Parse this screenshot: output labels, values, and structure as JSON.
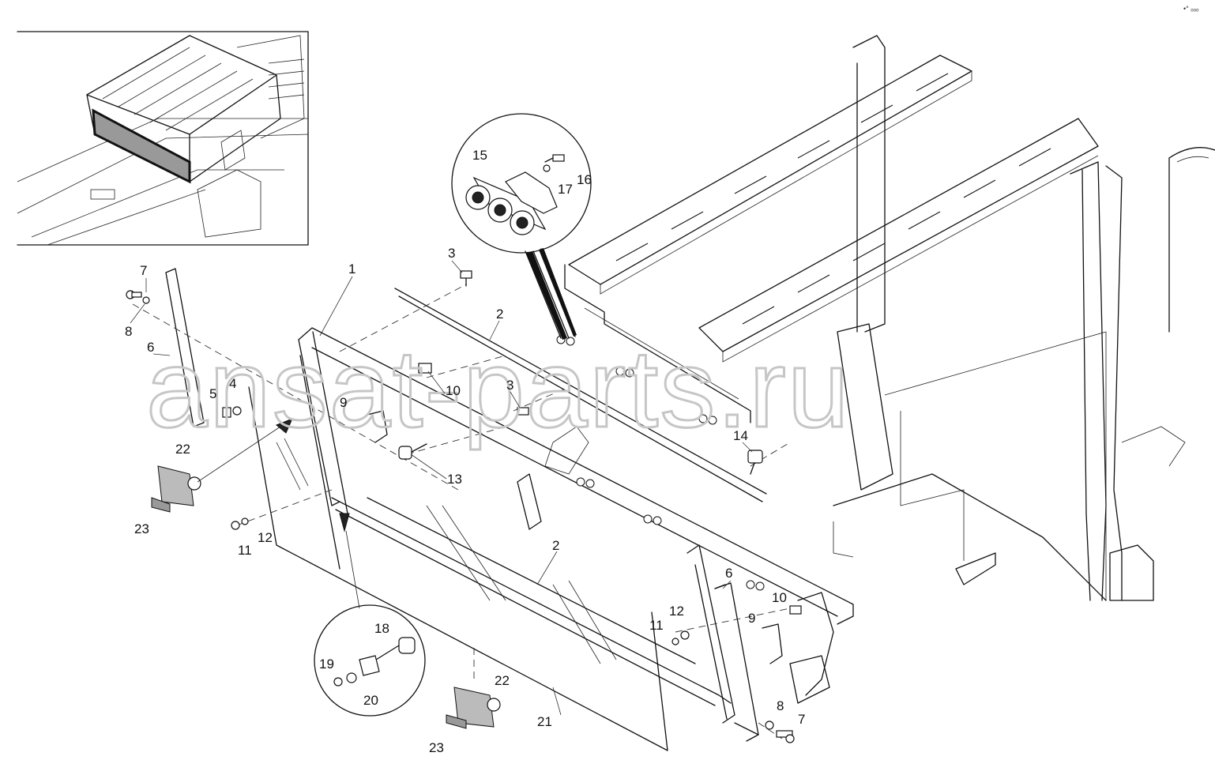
{
  "watermark": "ansat-parts.ru",
  "corner_mark": "•° ₒₒₒ",
  "callouts": [
    {
      "id": "c1",
      "text": "1"
    },
    {
      "id": "c2a",
      "text": "2"
    },
    {
      "id": "c2b",
      "text": "2"
    },
    {
      "id": "c3a",
      "text": "3"
    },
    {
      "id": "c3b",
      "text": "3"
    },
    {
      "id": "c4",
      "text": "4"
    },
    {
      "id": "c5",
      "text": "5"
    },
    {
      "id": "c6a",
      "text": "6"
    },
    {
      "id": "c6b",
      "text": "6"
    },
    {
      "id": "c7a",
      "text": "7"
    },
    {
      "id": "c7b",
      "text": "7"
    },
    {
      "id": "c8a",
      "text": "8"
    },
    {
      "id": "c8b",
      "text": "8"
    },
    {
      "id": "c9a",
      "text": "9"
    },
    {
      "id": "c9b",
      "text": "9"
    },
    {
      "id": "c10a",
      "text": "10"
    },
    {
      "id": "c10b",
      "text": "10"
    },
    {
      "id": "c11a",
      "text": "11"
    },
    {
      "id": "c11b",
      "text": "11"
    },
    {
      "id": "c12a",
      "text": "12"
    },
    {
      "id": "c12b",
      "text": "12"
    },
    {
      "id": "c13",
      "text": "13"
    },
    {
      "id": "c14",
      "text": "14"
    },
    {
      "id": "c15",
      "text": "15"
    },
    {
      "id": "c16",
      "text": "16"
    },
    {
      "id": "c17",
      "text": "17"
    },
    {
      "id": "c18",
      "text": "18"
    },
    {
      "id": "c19",
      "text": "19"
    },
    {
      "id": "c20",
      "text": "20"
    },
    {
      "id": "c21",
      "text": "21"
    },
    {
      "id": "c22a",
      "text": "22"
    },
    {
      "id": "c22b",
      "text": "22"
    },
    {
      "id": "c23a",
      "text": "23"
    },
    {
      "id": "c23b",
      "text": "23"
    }
  ]
}
